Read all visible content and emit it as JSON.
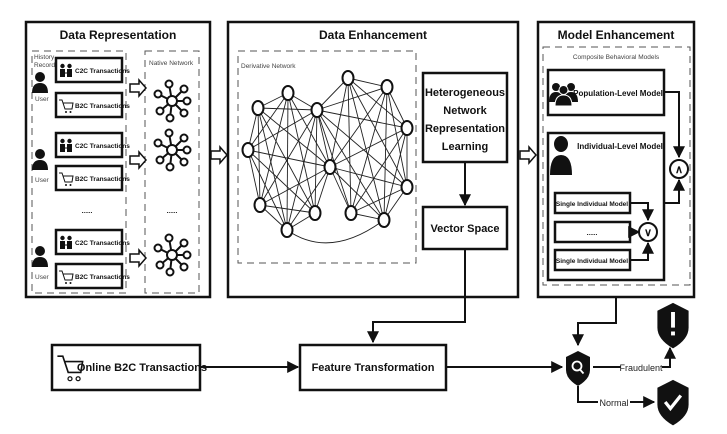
{
  "panels": {
    "data_representation": {
      "title": "Data Representation",
      "history_label_1": "History",
      "history_label_2": "Record",
      "native_network_label": "Native Network",
      "user_label": "User",
      "c2c_label": "C2C Transactions",
      "b2c_label": "B2C Transactions",
      "ellipsis": "......"
    },
    "data_enhancement": {
      "title": "Data Enhancement",
      "derivative_network_label": "Derivative Network",
      "hnrl_lines": [
        "Heterogeneous",
        "Network",
        "Representation",
        "Learning"
      ],
      "vector_space": "Vector Space"
    },
    "model_enhancement": {
      "title": "Model Enhancement",
      "composite_label": "Composite Behavioral Models",
      "population_model": "Population-Level Model",
      "individual_model": "Individual-Level Model",
      "single_model": "Single Individual Model",
      "ellipsis": "......",
      "and_symbol": "∧",
      "or_symbol": "∨"
    }
  },
  "bottom": {
    "online_b2c": "Online B2C Transactions",
    "feature_transformation": "Feature Transformation",
    "fraudulent_label": "Fraudulent",
    "normal_label": "Normal"
  },
  "icons": {
    "user": "user-icon",
    "two_users": "c2c-users-icon",
    "cart": "shopping-cart-icon",
    "network": "native-network-icon",
    "population": "population-icon",
    "detect": "search-shield-icon",
    "alert": "alert-shield-icon",
    "ok": "check-shield-icon"
  }
}
